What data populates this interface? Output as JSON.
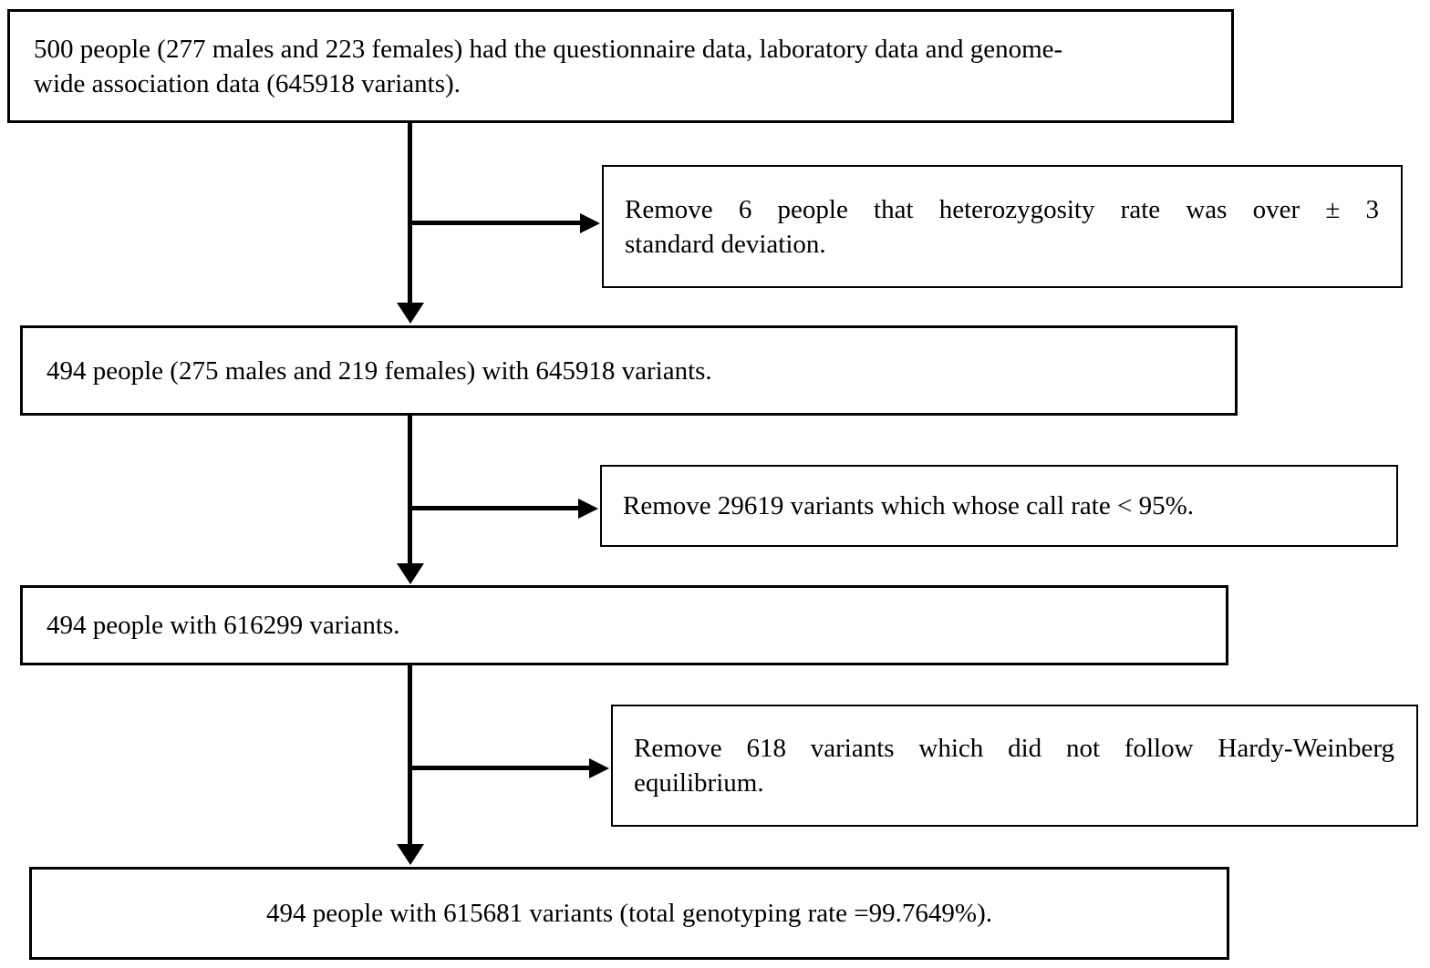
{
  "colors": {
    "line": "#000000",
    "box_background": "#ffffff",
    "text": "#000000"
  },
  "flow": {
    "steps": [
      {
        "lines": [
          "500 people (277 males and 223 females) had the questionnaire data, laboratory data and genome-",
          "wide association data (645918 variants)."
        ]
      },
      {
        "lines": [
          "494 people (275 males and 219 females) with 645918 variants."
        ]
      },
      {
        "lines": [
          "494 people with 616299 variants."
        ]
      },
      {
        "lines": [
          "494 people with 615681 variants (total genotyping rate =99.7649%)."
        ]
      }
    ],
    "removals": [
      {
        "lines": [
          "Remove 6 people that heterozygosity rate was over ± 3",
          "standard deviation."
        ]
      },
      {
        "lines": [
          "Remove 29619 variants which whose call rate < 95%."
        ]
      },
      {
        "lines": [
          "Remove 618 variants which did not follow Hardy-Weinberg",
          "equilibrium."
        ]
      }
    ]
  }
}
